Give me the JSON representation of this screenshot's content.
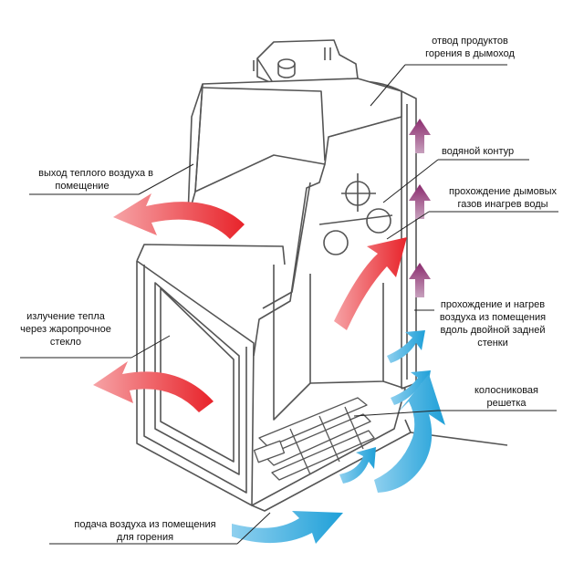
{
  "colors": {
    "hot": "#e8232a",
    "hot_light": "#f6a3a6",
    "cold": "#1fa0d8",
    "cold_light": "#8fd0ef",
    "purple": "#8b2b6e",
    "outline": "#555555"
  },
  "labels": {
    "flue_outlet": {
      "line1": "отвод продуктов",
      "line2": "горения в дымоход"
    },
    "warm_air_outlet": {
      "line1": "выход теплого воздуха в",
      "line2": "помещение"
    },
    "water_circuit": {
      "line1": "водяной контур"
    },
    "flue_gas_passage": {
      "line1": "прохождение дымовых",
      "line2": "газов инагрев воды"
    },
    "glass_radiation": {
      "line1": "излучение тепла",
      "line2": "через жаропрочное",
      "line3": "стекло"
    },
    "air_rear_wall": {
      "line1": "прохождение и нагрев",
      "line2": "воздуха из помещения",
      "line3": "вдоль двойной задней",
      "line4": "стенки"
    },
    "grate": {
      "line1": "колосниковая",
      "line2": "решетка"
    },
    "air_supply": {
      "line1": "подача воздуха из помещения",
      "line2": "для горения"
    }
  },
  "icons": [
    "hot-air-arrow",
    "cold-air-arrow",
    "flue-gas-arrow"
  ]
}
